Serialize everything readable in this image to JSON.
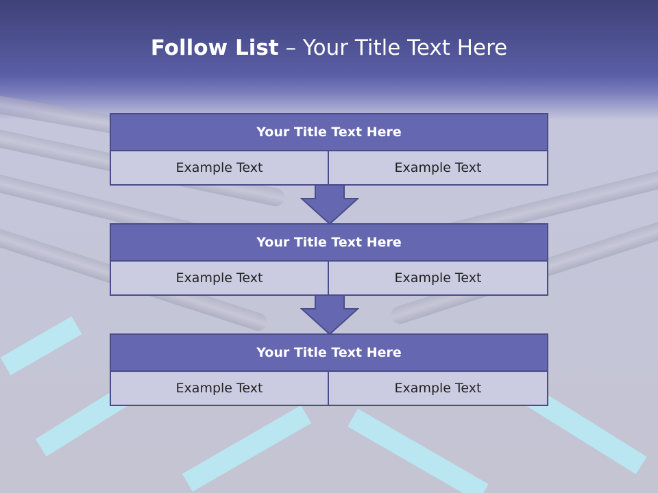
{
  "slide": {
    "title_bold": "Follow List",
    "title_rest": " – Your Title Text Here"
  },
  "steps": [
    {
      "title": "Your Title Text Here",
      "left": "Example Text",
      "right": "Example Text"
    },
    {
      "title": "Your Title Text Here",
      "left": "Example Text",
      "right": "Example Text"
    },
    {
      "title": "Your Title Text Here",
      "left": "Example Text",
      "right": "Example Text"
    }
  ],
  "colors": {
    "header_fill": "#6567b0",
    "cell_fill": "#cbcbe2",
    "border": "#4a4c8a",
    "arrow_fill": "#6567b0"
  }
}
